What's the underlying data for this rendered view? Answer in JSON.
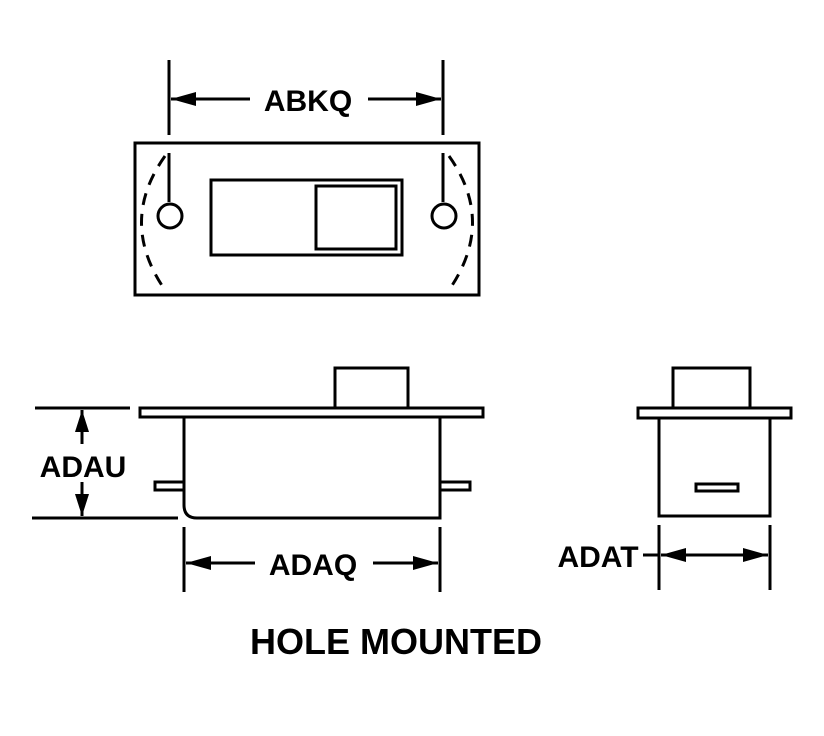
{
  "title": "HOLE MOUNTED",
  "dimensions": {
    "top_width": "ABKQ",
    "side_height": "ADAU",
    "side_length": "ADAQ",
    "end_width": "ADAT"
  }
}
